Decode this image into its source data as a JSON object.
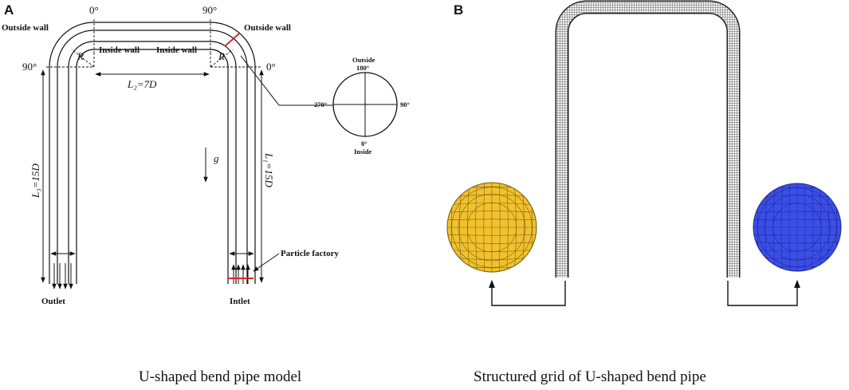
{
  "panel_a": {
    "letter": "A",
    "outside_wall_left": "Outside wall",
    "outside_wall_right": "Outside wall",
    "inside_wall_left": "Inside wall",
    "inside_wall_right": "Inside wall",
    "angle_top_left": "0°",
    "angle_top_right": "90°",
    "angle_left": "90°",
    "angle_right": "0°",
    "radius_left": "R",
    "radius_right": "R",
    "l2": "L₂=7D",
    "l3": "L₃=15D",
    "l1": "L₁=15D",
    "gravity": "g",
    "particle_factory": "Particle factory",
    "outlet": "Outlet",
    "inlet": "Intlet",
    "section_outside": "Outside",
    "section_180": "180°",
    "section_270": "270°",
    "section_90": "90°",
    "section_0": "0°",
    "section_inside": "Inside"
  },
  "panel_b": {
    "letter": "B"
  },
  "captions": {
    "left": "U-shaped bend pipe model",
    "right": "Structured grid of U-shaped bend pipe"
  },
  "colors": {
    "outlet_section": "#f2c12e",
    "inlet_section": "#3b4fe6",
    "particle_factory_line": "#d62828",
    "mesh": "#333333"
  }
}
